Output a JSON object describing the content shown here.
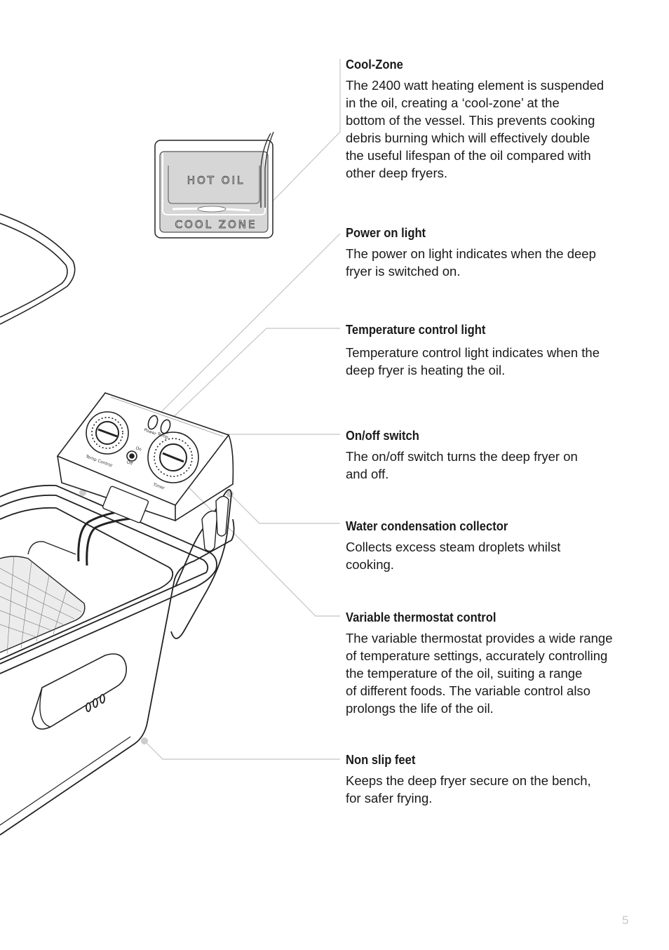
{
  "features": [
    {
      "title": "Cool-Zone",
      "lines": [
        "The 2400 watt heating element is suspended",
        "in the oil, creating a ‘cool-zone’ at the",
        "bottom of the vessel. This prevents cooking",
        "debris burning which will effectively double",
        "the useful lifespan of the oil compared with",
        "other deep fryers."
      ]
    },
    {
      "title": "Power on light",
      "lines": [
        "The power on light indicates when the deep",
        "fryer is switched on."
      ]
    },
    {
      "title": "Temperature control light",
      "lines": [
        "Temperature control light indicates when the",
        "deep fryer is heating the oil."
      ]
    },
    {
      "title": "On/off switch",
      "lines": [
        "The on/off switch turns the deep fryer on",
        "and off."
      ]
    },
    {
      "title": "Water condensation collector",
      "lines": [
        "Collects excess steam droplets whilst",
        "cooking."
      ]
    },
    {
      "title": "Variable thermostat control",
      "lines": [
        "The variable thermostat provides a wide range",
        "of temperature settings, accurately controlling",
        "the temperature of the oil, suiting a range",
        "of different foods. The variable control also",
        "prolongs the life of the oil."
      ]
    },
    {
      "title": "Non slip feet",
      "lines": [
        "Keeps the deep fryer secure on the bench,",
        "for safer frying."
      ]
    }
  ],
  "badge": {
    "top_label": "HOT OIL",
    "bottom_label": "COOL ZONE"
  },
  "panel_labels": {
    "power": "Power",
    "temp": "Temp",
    "temp_control": "Temp Control",
    "on": "On",
    "off": "Off",
    "timer": "Timer"
  },
  "page_number": "5",
  "colors": {
    "text": "#1a1a1a",
    "callout_line": "#bdbdbd",
    "badge_fill": "#d6d6d6",
    "page_number": "#c8c8c8"
  }
}
